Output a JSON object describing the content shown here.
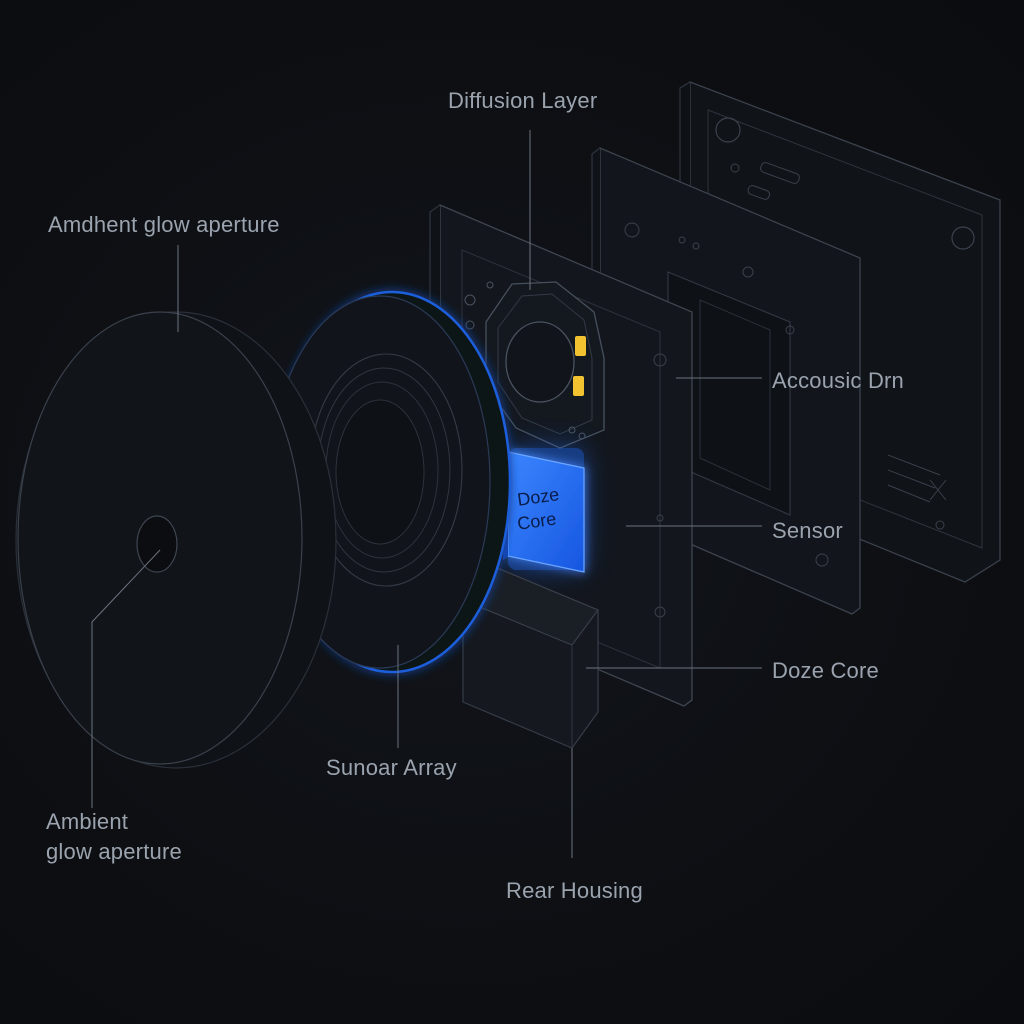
{
  "labels": {
    "diffusion_layer": "Diffusion Layer",
    "ambient_top": "Amdhent glow aperture",
    "acoustic_drive": "Accousic Drn",
    "sensor": "Sensor",
    "doze_core": "Doze Core",
    "sensor_array": "Sunoar Array",
    "ambient_bottom_1": "Ambient",
    "ambient_bottom_2": "glow aperture",
    "rear_housing": "Rear Housing"
  },
  "chip": {
    "line1": "Doze",
    "line2": "Core"
  },
  "colors": {
    "background": "#0d0f13",
    "label": "#9aa3ae",
    "accent_blue": "#1f6bff",
    "led_yellow": "#f2c230"
  }
}
